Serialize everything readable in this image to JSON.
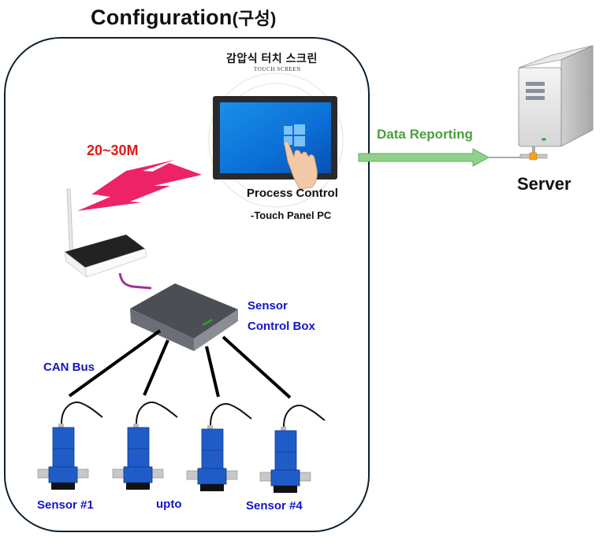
{
  "title": {
    "main": "Configuration",
    "korean": "(구성)"
  },
  "touch_screen_banner": {
    "title": "감압식 터치 스크린",
    "subtitle": "TOUCH SCREEN"
  },
  "wireless": {
    "range_label": "20~30M"
  },
  "process_control": {
    "label": "Process Control",
    "sublabel": "-Touch Panel PC"
  },
  "data_reporting": {
    "label": "Data Reporting"
  },
  "server": {
    "label": "Server"
  },
  "sensor_control_box": {
    "line1": "Sensor",
    "line2": "Control Box"
  },
  "bus": {
    "label": "CAN Bus"
  },
  "sensors": {
    "first": "Sensor #1",
    "middle": "upto",
    "last": "Sensor #4",
    "count": 4
  },
  "colors": {
    "frame": "#0d2030",
    "label_blue": "#1414c8",
    "range_red": "#e01a1a",
    "lightning": "#ee2266",
    "reporting_green": "#4aa03c",
    "arrow_fill": "#8fd08a",
    "sensor_blue": "#1f5cc8",
    "cable_purple": "#a0309a"
  }
}
